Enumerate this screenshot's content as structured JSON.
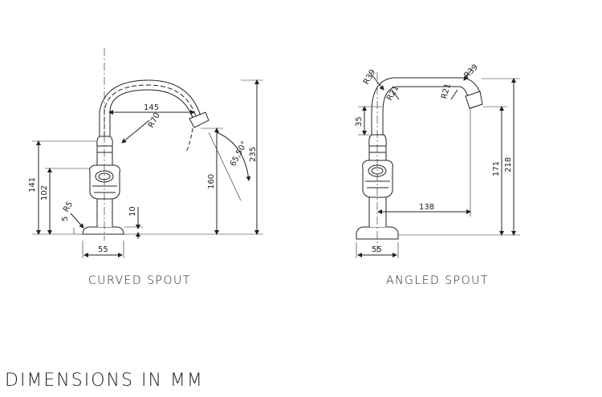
{
  "footer": {
    "title": "DIMENSIONS IN MM"
  },
  "curved": {
    "caption": "CURVED SPOUT",
    "dims": {
      "reach": "145",
      "radius": "R70",
      "angle": "65,50°",
      "total_height": "235",
      "spout_height": "160",
      "base_width": "55",
      "handle_top": "141",
      "handle_center": "102",
      "base_height": "10",
      "base_radius": "R5",
      "base_step": "5"
    }
  },
  "angled": {
    "caption": "ANGLED SPOUT",
    "dims": {
      "radius_outer_left": "R39",
      "radius_outer_right": "R39",
      "radius_inner_left": "R21",
      "radius_inner_right": "R21",
      "neck": "35",
      "reach": "138",
      "spout_height": "171",
      "total_height": "218",
      "base_width": "55"
    }
  }
}
